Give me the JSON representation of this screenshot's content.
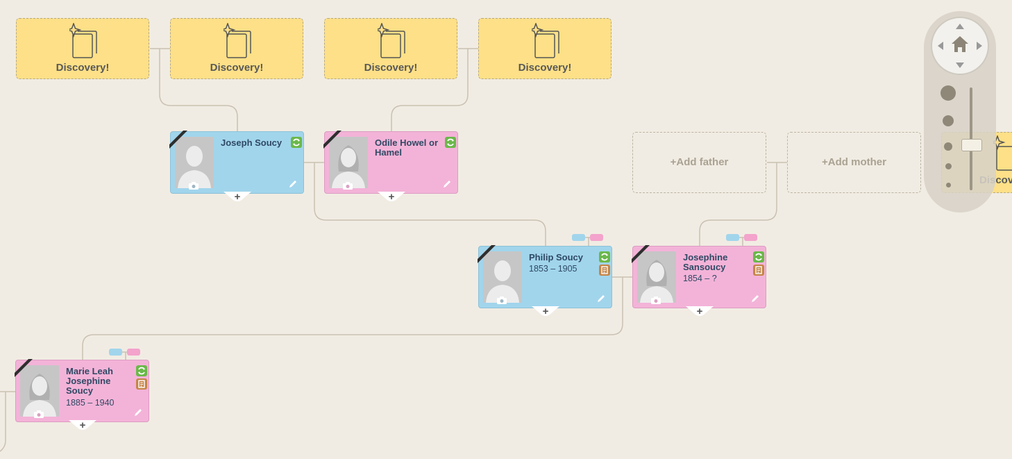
{
  "discoveries": [
    {
      "label": "Discovery!"
    },
    {
      "label": "Discovery!"
    },
    {
      "label": "Discovery!"
    },
    {
      "label": "Discovery!"
    }
  ],
  "people": {
    "joseph": {
      "name": "Joseph Soucy",
      "dates": ""
    },
    "odile": {
      "name": "Odile Howel or Hamel",
      "dates": ""
    },
    "philip": {
      "name": "Philip Soucy",
      "dates": "1853 – 1905"
    },
    "josephine": {
      "name": "Josephine Sansoucy",
      "dates": "1854 – ?"
    },
    "marie": {
      "name": "Marie Leah Josephine Soucy",
      "dates": "1885 – 1940"
    }
  },
  "expand_glyph": "+",
  "add_father": {
    "label": "+Add father"
  },
  "add_mother": {
    "label": "+Add mother"
  },
  "partial_discovery": {
    "label": "Discovery!"
  },
  "colors": {
    "background": "#f1ece3",
    "discovery": "#fde087",
    "male": "#a1d5ec",
    "female": "#f3b3d8",
    "sync_badge": "#6bb84a",
    "record_badge": "#c58548",
    "name_text": "#2f4964"
  },
  "icons": {
    "discovery": "sparkle-cards-icon",
    "sync": "sync-icon",
    "record": "record-hint-icon",
    "edit": "pencil-icon",
    "camera": "camera-icon",
    "spouse": "spouse-link-icon",
    "home": "home-icon"
  }
}
